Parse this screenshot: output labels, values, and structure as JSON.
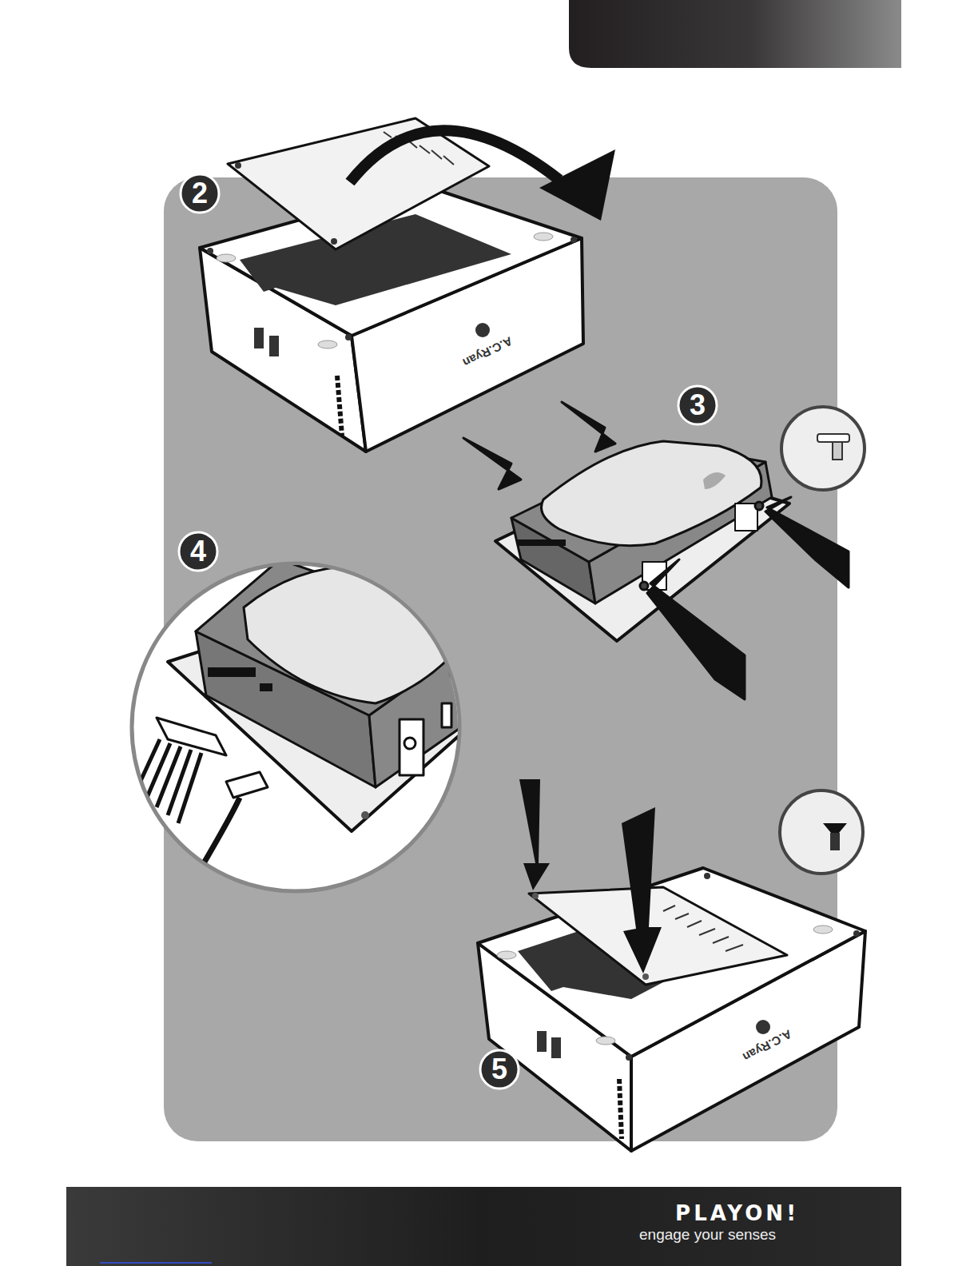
{
  "diagram": {
    "labels": [
      "2",
      "3",
      "4",
      "5",
      "A.C.Ryan",
      "A.C.Ryan",
      "PLAYON!",
      "engage your senses"
    ]
  }
}
